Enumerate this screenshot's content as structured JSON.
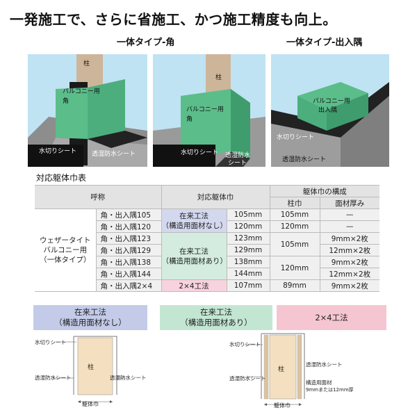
{
  "headline": "一発施工で、さらに省施工、かつ施工精度も向上。",
  "section_kado": "一体タイプ-角",
  "section_deirisumi": "一体タイプ-出入隅",
  "photo1": {
    "hashira": "柱",
    "balcony": "バルコニー用",
    "kado": "角",
    "mizukiri": "水切りシート",
    "toshitsu": "透湿防水シート"
  },
  "photo2": {
    "hashira": "柱",
    "balcony": "バルコニー用",
    "kado": "角",
    "mizukiri": "水切りシート",
    "toshitsu_1": "透湿防水",
    "toshitsu_2": "シート"
  },
  "photo3": {
    "balcony": "バルコニー用",
    "deirisumi": "出入隅",
    "mizukiri": "水切りシート",
    "toshitsu": "透湿防水シート"
  },
  "table_title": "対応躯体巾表",
  "table": {
    "h_name": "呼称",
    "h_body": "対応躯体巾",
    "h_struct": "躯体巾の構成",
    "h_hashira": "柱巾",
    "h_thickness": "面材厚み",
    "group_1": "ウェザータイト",
    "group_2": "バルコニー用",
    "group_3": "（一体タイプ）",
    "method_a_1": "在来工法",
    "method_a_2": "（構造用面材なし）",
    "method_b_1": "在来工法",
    "method_b_2": "（構造用面材あり）",
    "method_c": "2×4工法",
    "rows": [
      {
        "name": "角・出入隅105",
        "width": "105mm",
        "hashira": "105mm",
        "thick": "—"
      },
      {
        "name": "角・出入隅120",
        "width": "120mm",
        "hashira": "120mm",
        "thick": "—"
      },
      {
        "name": "角・出入隅123",
        "width": "123mm",
        "hashira": "105mm",
        "thick": "9mm×2枚"
      },
      {
        "name": "角・出入隅129",
        "width": "129mm",
        "hashira": "",
        "thick": "12mm×2枚"
      },
      {
        "name": "角・出入隅138",
        "width": "138mm",
        "hashira": "120mm",
        "thick": "9mm×2枚"
      },
      {
        "name": "角・出入隅144",
        "width": "144mm",
        "hashira": "",
        "thick": "12mm×2枚"
      },
      {
        "name": "角・出入隅2×4",
        "width": "107mm",
        "hashira": "89mm",
        "thick": "9mm×2枚"
      }
    ]
  },
  "bands": {
    "blue_1": "在来工法",
    "blue_2": "（構造用面材なし）",
    "green_1": "在来工法",
    "green_2": "（構造用面材あり）",
    "pink": "2×4工法"
  },
  "diagram1": {
    "mizukiri": "水切りシート",
    "hashira": "柱",
    "toshitsu_left": "透湿防水シート",
    "toshitsu_right": "透湿防水シート",
    "width": "躯体巾"
  },
  "diagram2": {
    "mizukiri": "水切りシート",
    "hashira": "柱",
    "toshitsu_left": "透湿防水シート",
    "toshitsu_right": "透湿防水シート",
    "menzai_1": "構造用面材",
    "menzai_2": "9mmまたは12mm厚",
    "width": "躯体巾"
  },
  "colors": {
    "sky": "#bfe3f3",
    "green": "#4cae7d",
    "post": "#cdb59a",
    "blue_band": "#c3cbe8",
    "green_band": "#c3e6d3",
    "pink_band": "#f5c6d2"
  }
}
